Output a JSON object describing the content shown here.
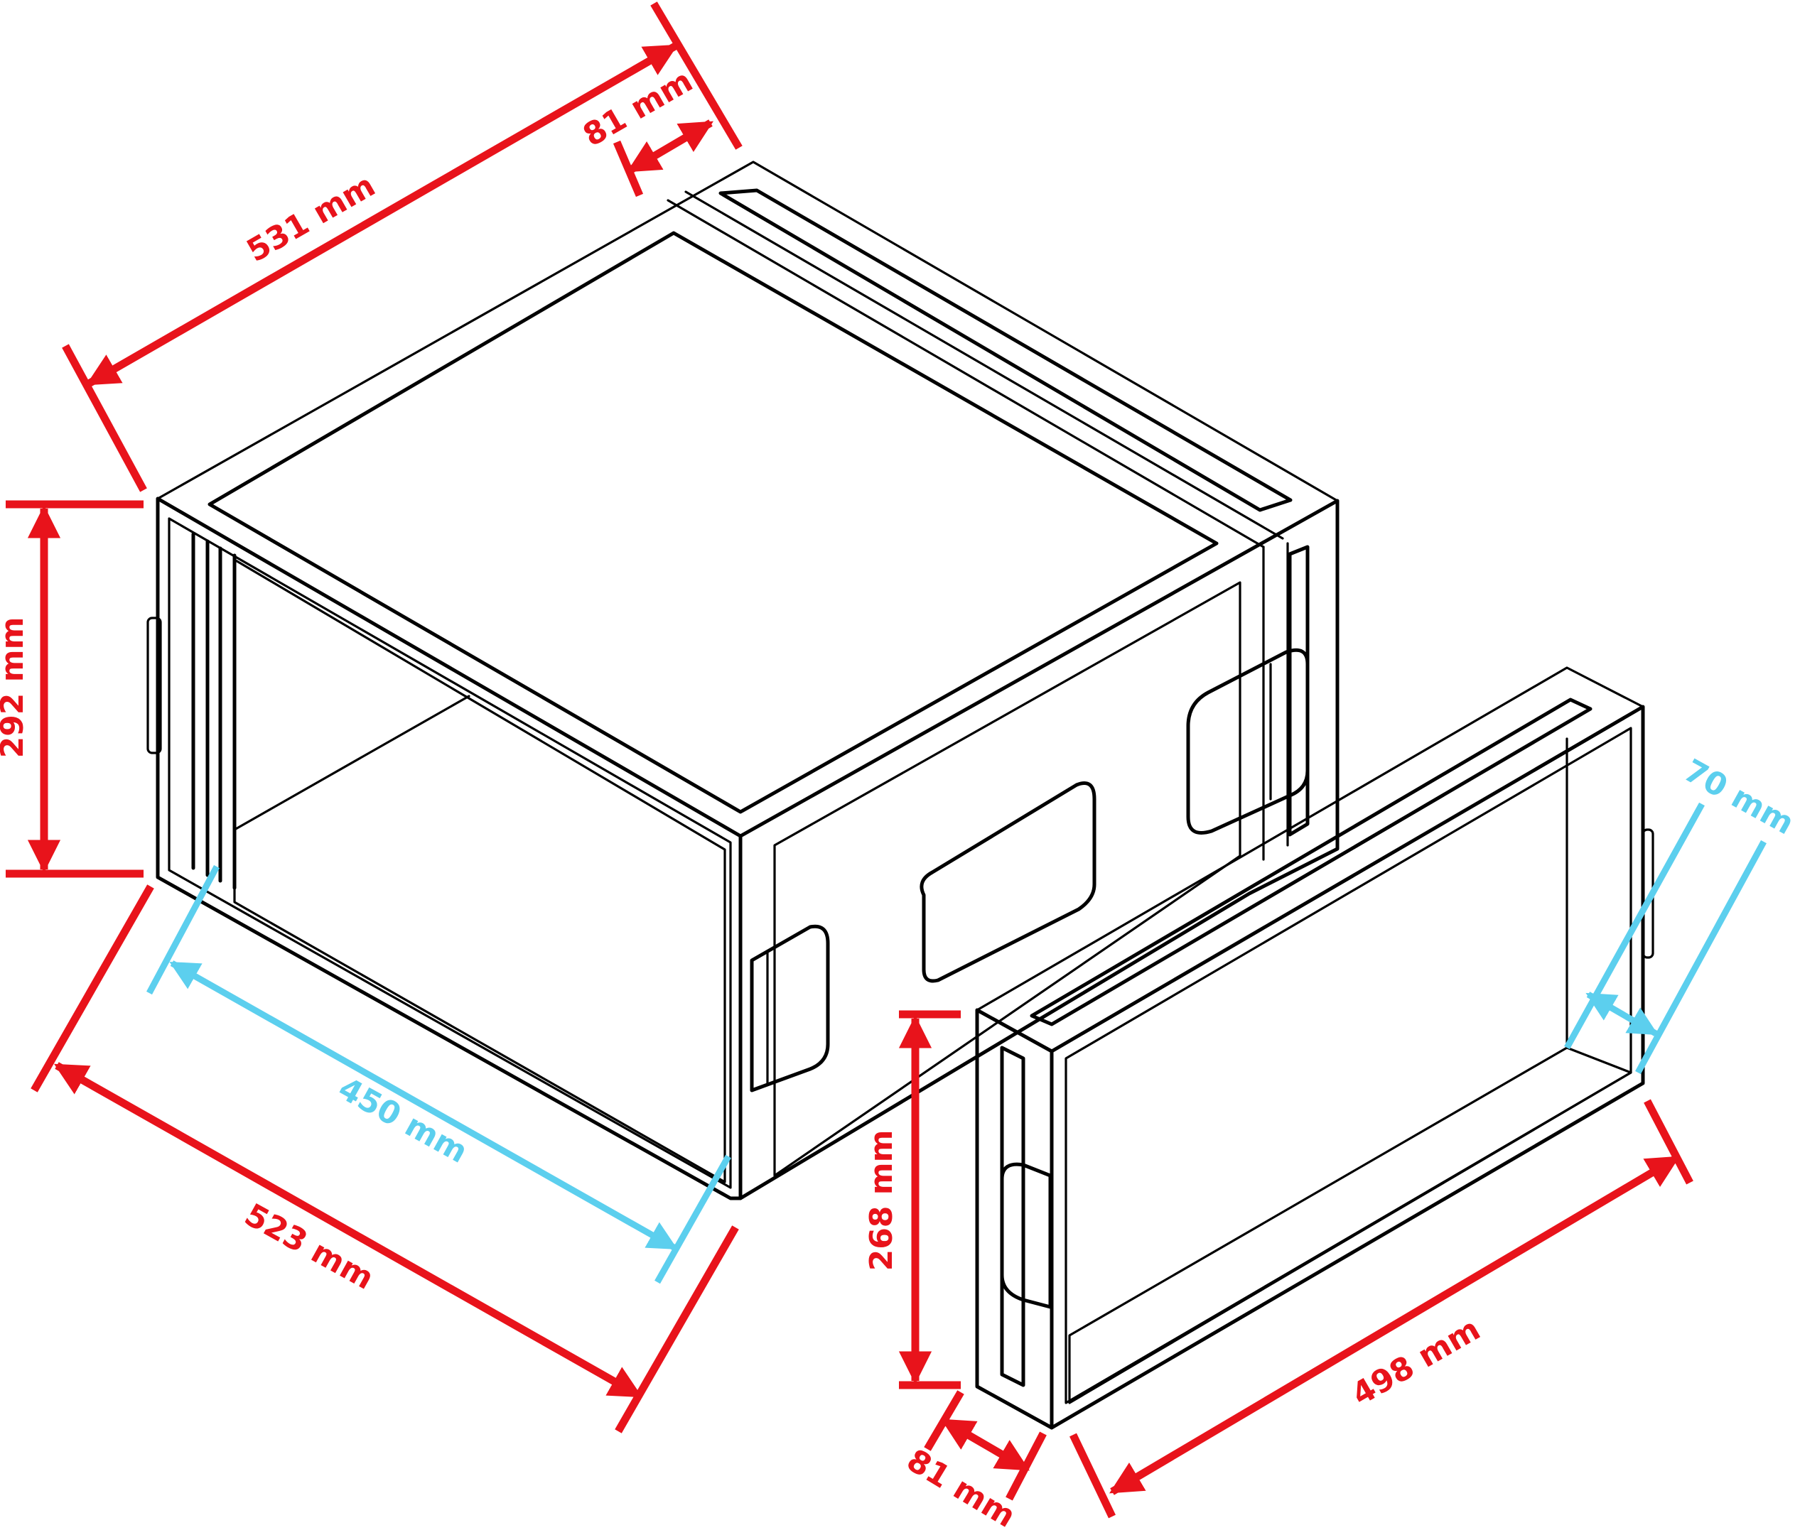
{
  "colors": {
    "outline": "#000000",
    "dimension_outer": "#e8131b",
    "dimension_inner": "#5ccfee",
    "background": "#ffffff"
  },
  "dimensions": {
    "case_depth": "531 mm",
    "case_rail_depth": "81 mm",
    "case_height": "292 mm",
    "case_width": "523 mm",
    "case_inner_width": "450 mm",
    "lid_height": "268 mm",
    "lid_depth": "81 mm",
    "lid_width": "498 mm",
    "lid_inner_depth": "70 mm"
  }
}
